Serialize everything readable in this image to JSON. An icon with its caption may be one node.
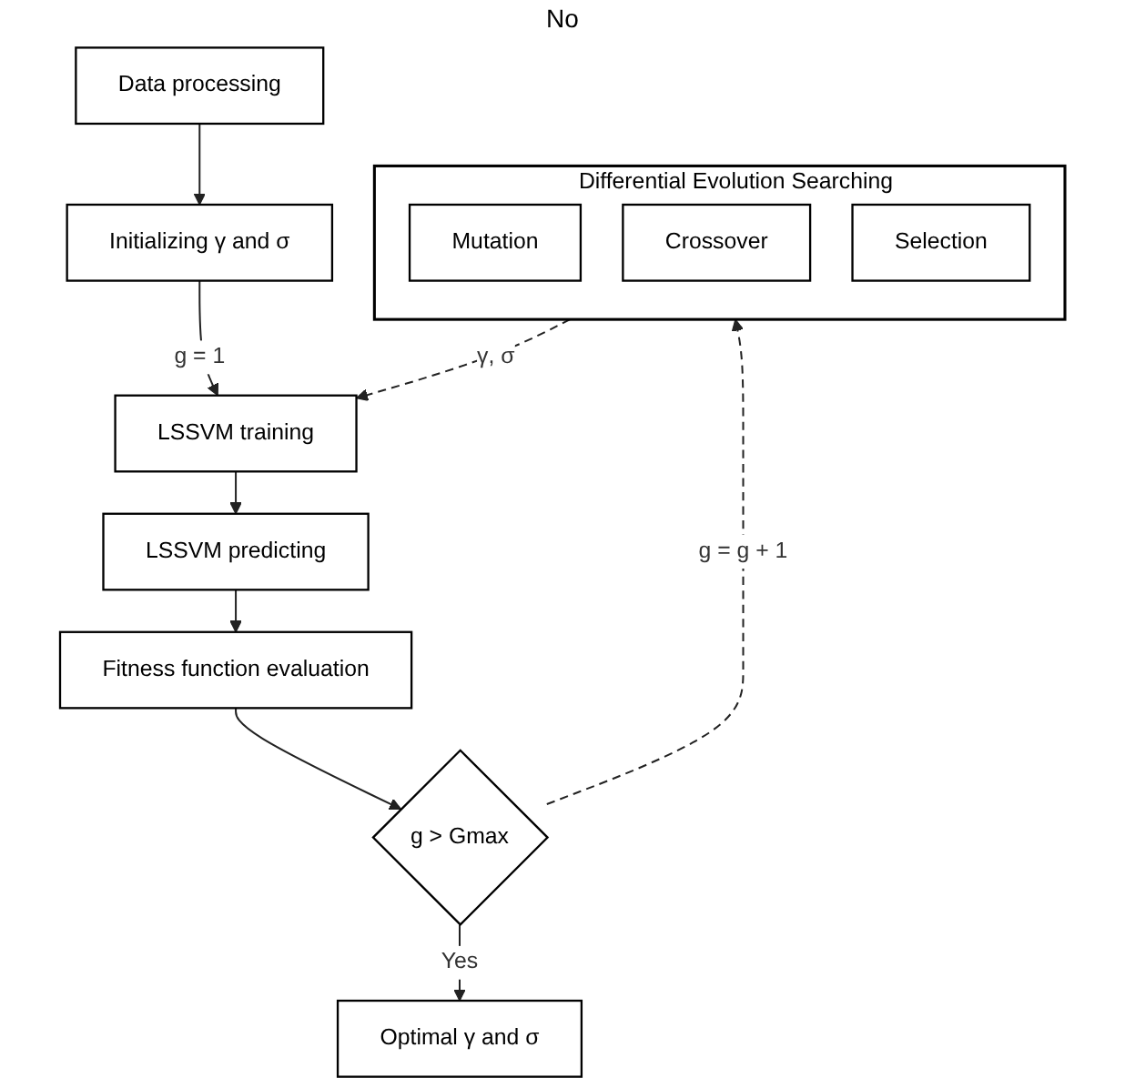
{
  "diagram": {
    "nodes": [
      {
        "text": [
          "Data processing"
        ]
      },
      {
        "text": [
          "Initializing γ and σ"
        ]
      },
      {
        "text": [
          "LSSVM training"
        ]
      },
      {
        "text": [
          "LSSVM predicting"
        ]
      },
      {
        "text": [
          "Fitness function evaluation"
        ]
      },
      {
        "text": [
          "g > Gmax"
        ]
      },
      {
        "text": [
          "Optimal γ and σ"
        ]
      },
      {
        "text": [
          "Differential Evolution Searching"
        ]
      },
      {
        "text": [
          "Mutation"
        ],
        "in": 7
      },
      {
        "text": [
          "Crossover"
        ],
        "in": 7
      },
      {
        "text": [
          "Selection"
        ],
        "in": 7
      }
    ],
    "edges": [
      {
        "from": 0,
        "to": 1,
        "arrow": "to"
      },
      {
        "from": 1,
        "to": 2,
        "arrow": "to",
        "label": "g = 1"
      },
      {
        "from": 2,
        "to": 3,
        "arrow": "to"
      },
      {
        "from": 3,
        "to": 4,
        "arrow": "to"
      },
      {
        "from": 4,
        "to": 5,
        "arrow": "to"
      },
      {
        "from": 5,
        "to": 6,
        "arrow": "to",
        "label": "Yes"
      },
      {
        "from": 5,
        "to": 7,
        "arrow": "to",
        "label": "g = g + 1",
        "style": "dashed"
      },
      {
        "from": 7,
        "to": 2,
        "arrow": "to",
        "label": "γ, σ",
        "style": "dashed"
      }
    ],
    "labels": [
      "No"
    ]
  }
}
